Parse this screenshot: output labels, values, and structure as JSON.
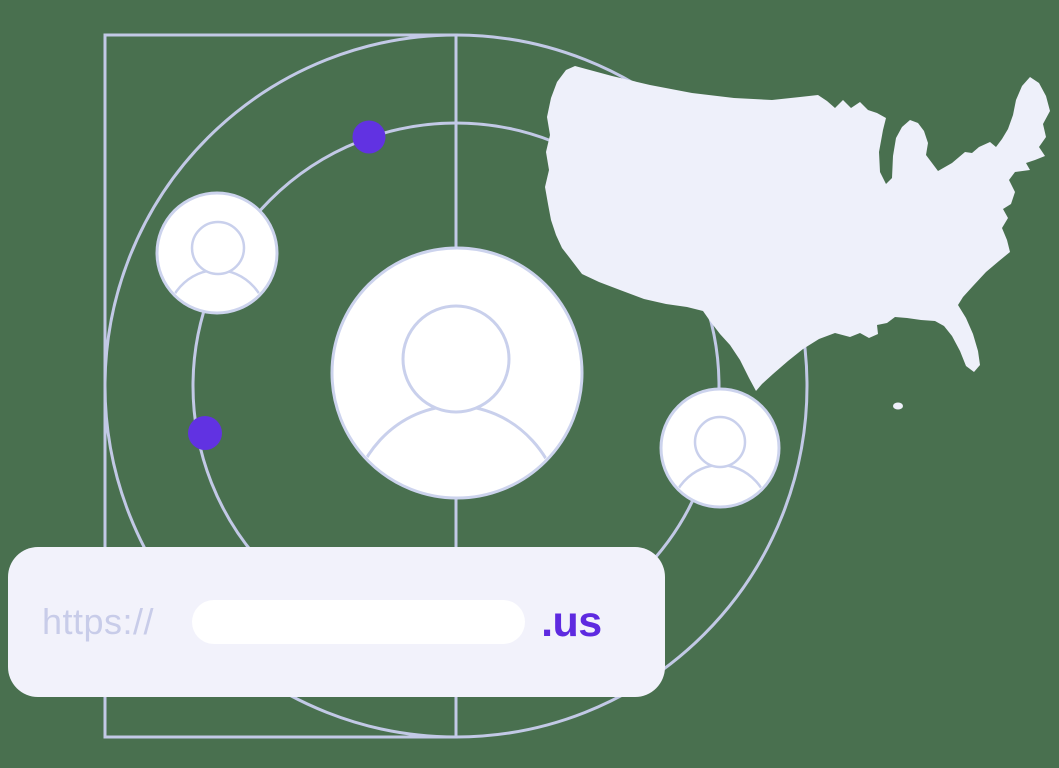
{
  "url_bar": {
    "protocol": "https://",
    "domain_value": "",
    "tld": ".us"
  },
  "colors": {
    "background": "#49704F",
    "line": "#c2c9e6",
    "accent": "#6132e2",
    "map": "#eef0fa",
    "bar": "#f2f2fb",
    "muted": "#c8cce9",
    "tld": "#5e2ae0",
    "avatar-fill": "#ffffff",
    "avatar-border": "#ccd3ed",
    "glyph": "#c9d0ec",
    "input-fill": "#ffffff"
  },
  "icons": {
    "avatars": "user-silhouette-icon",
    "dots": "orbit-dot",
    "map": "usa-map-silhouette"
  }
}
